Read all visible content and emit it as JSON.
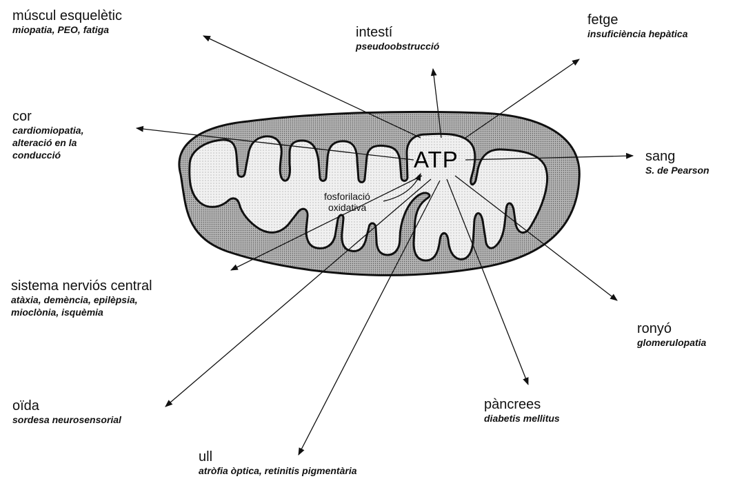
{
  "center": {
    "atp": "ATP",
    "process_line1": "fosforilació",
    "process_line2": "oxidativa"
  },
  "organs": [
    {
      "key": "muscle",
      "name": "múscul esquelètic",
      "symptoms": [
        "miopatia, PEO, fatiga"
      ]
    },
    {
      "key": "intestine",
      "name": "intestí",
      "symptoms": [
        "pseudoobstrucció"
      ]
    },
    {
      "key": "liver",
      "name": "fetge",
      "symptoms": [
        "insuficiència hepàtica"
      ]
    },
    {
      "key": "heart",
      "name": "cor",
      "symptoms": [
        "cardiomiopatia,",
        "alteració en la",
        "conducció"
      ]
    },
    {
      "key": "blood",
      "name": "sang",
      "symptoms": [
        "S. de Pearson"
      ]
    },
    {
      "key": "cns",
      "name": "sistema nerviós central",
      "symptoms": [
        "atàxia, demència, epilèpsia,",
        "mioclònia, isquèmia"
      ]
    },
    {
      "key": "kidney",
      "name": "ronyó",
      "symptoms": [
        "glomerulopatia"
      ]
    },
    {
      "key": "ear",
      "name": "oïda",
      "symptoms": [
        "sordesa neurosensorial"
      ]
    },
    {
      "key": "pancreas",
      "name": "pàncrees",
      "symptoms": [
        "diabetis mellitus"
      ]
    },
    {
      "key": "eye",
      "name": "ull",
      "symptoms": [
        "atròfia òptica, retinitis pigmentària"
      ]
    }
  ],
  "colors": {
    "outer_membrane_fill": "#a9a9a9",
    "matrix_fill": "#e0e0e0",
    "line": "#111111"
  }
}
